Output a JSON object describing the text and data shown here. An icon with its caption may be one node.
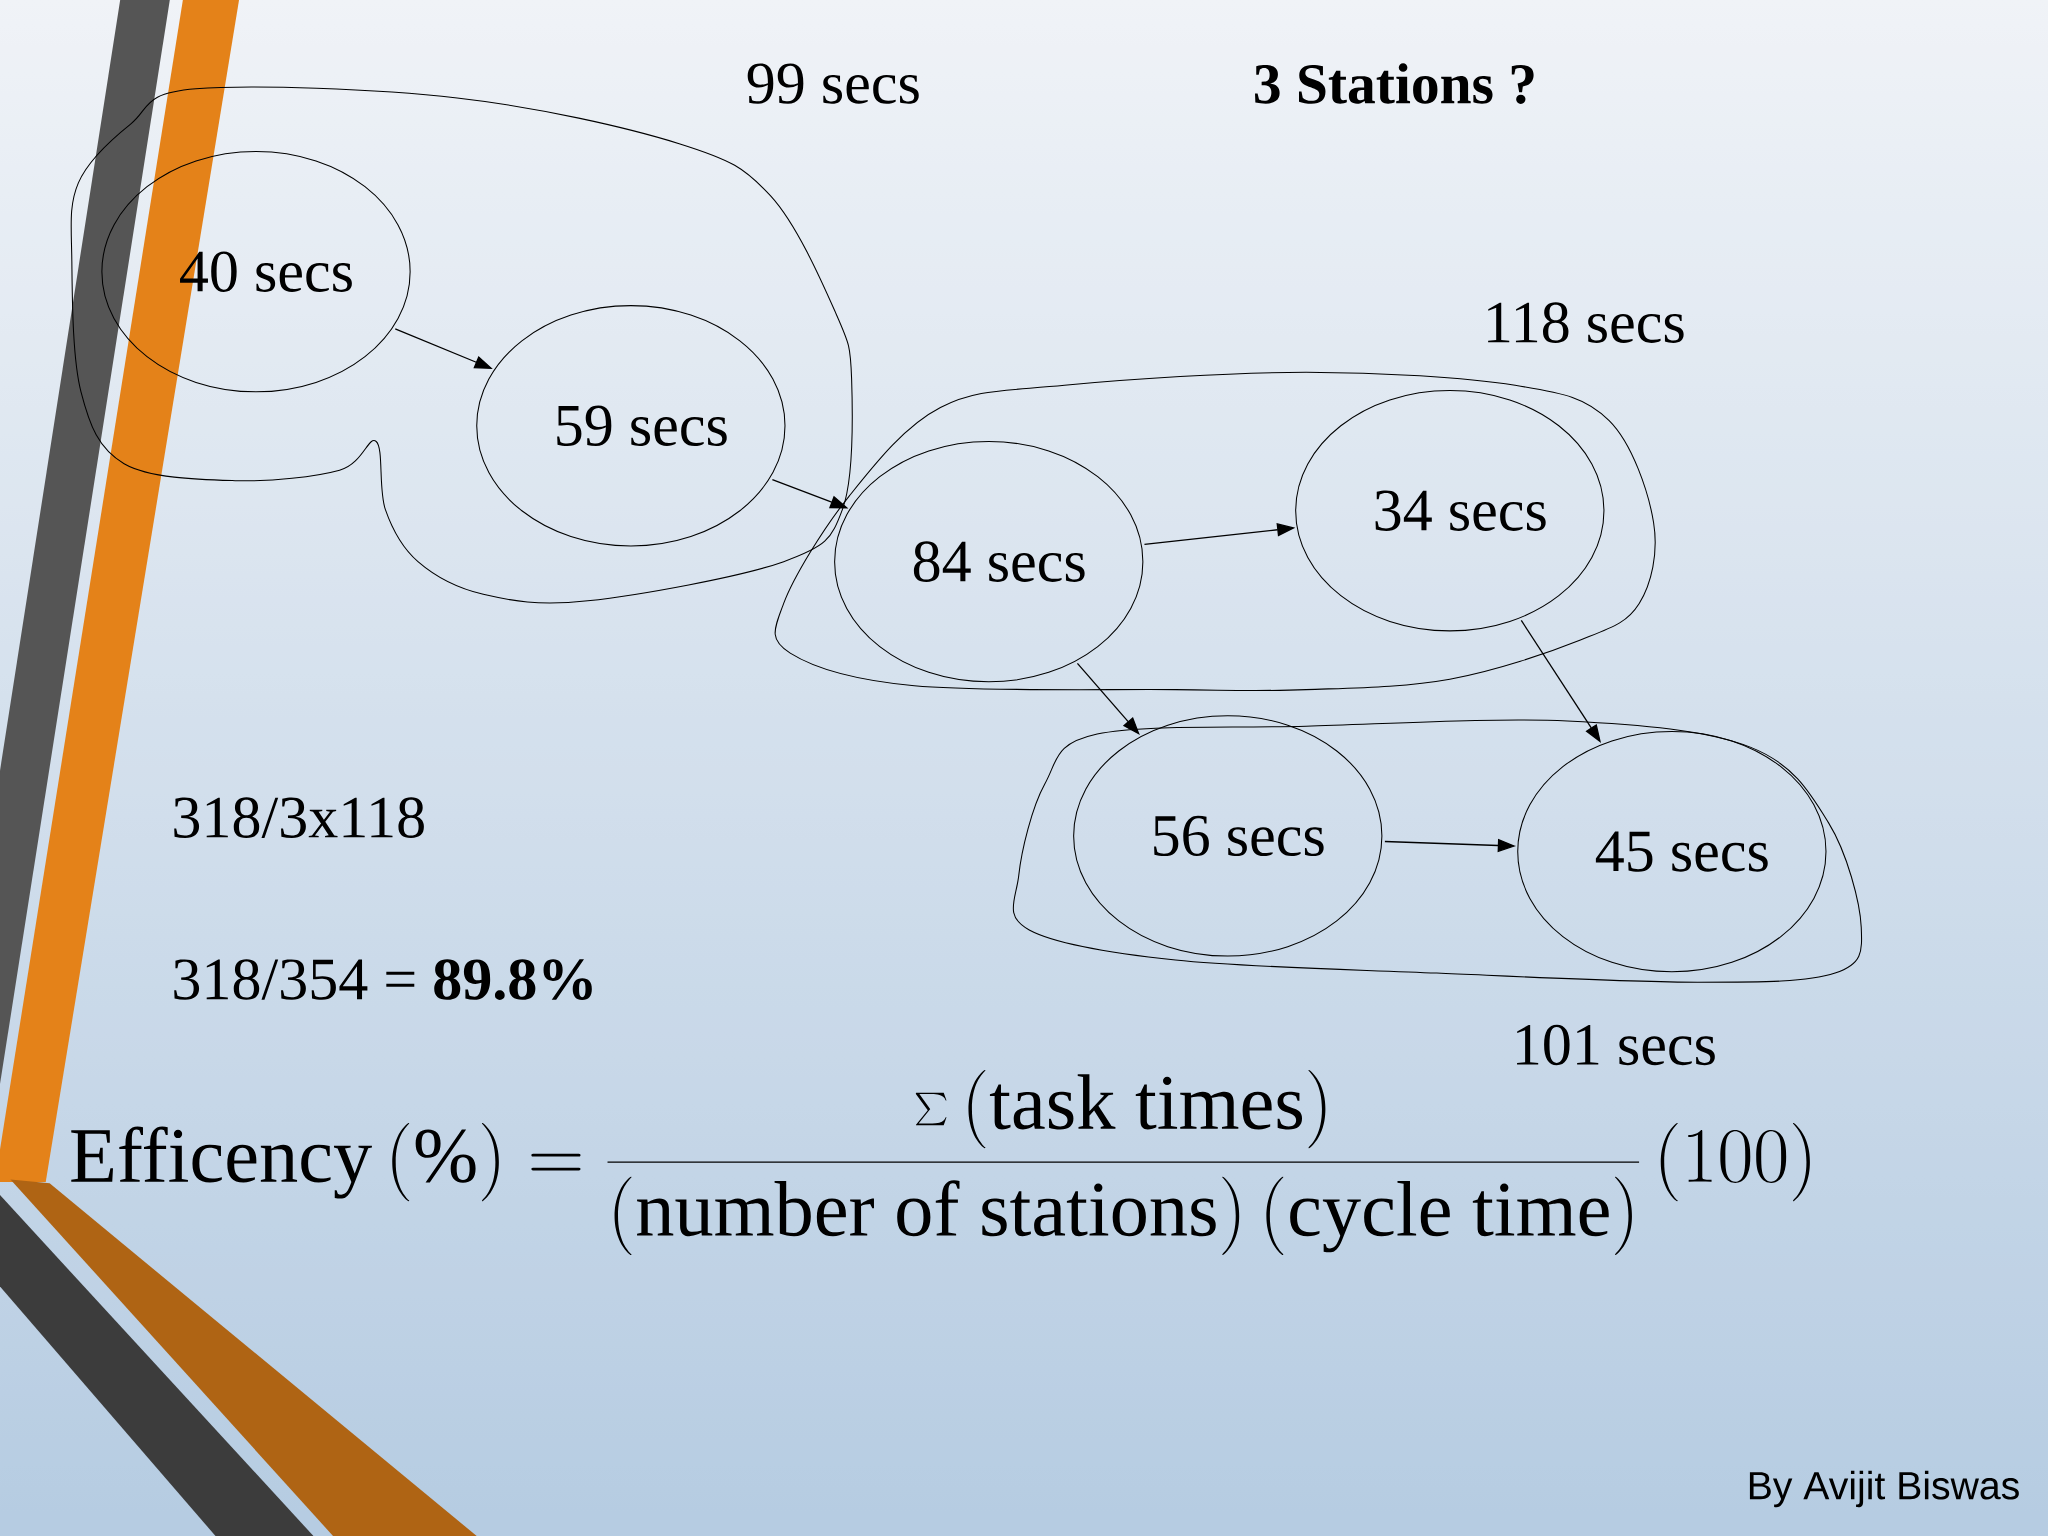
{
  "diagram": {
    "title": "3 Stations ?",
    "nodes": [
      {
        "text": [
          "99 secs"
        ]
      },
      {
        "text": [
          "40 secs"
        ],
        "in": 0
      },
      {
        "text": [
          "59 secs"
        ],
        "in": 0
      },
      {
        "text": [
          "118 secs"
        ]
      },
      {
        "text": [
          "84 secs"
        ],
        "in": 3
      },
      {
        "text": [
          "34 secs"
        ],
        "in": 3
      },
      {
        "text": [
          "101 secs"
        ]
      },
      {
        "text": [
          "56 secs"
        ],
        "in": 6
      },
      {
        "text": [
          "45 secs"
        ],
        "in": 6
      }
    ],
    "edges": [
      {
        "from": 1,
        "to": 2,
        "arrow": "to"
      },
      {
        "from": 2,
        "to": 4,
        "arrow": "to"
      },
      {
        "from": 4,
        "to": 5,
        "arrow": "to"
      },
      {
        "from": 4,
        "to": 7,
        "arrow": "to"
      },
      {
        "from": 5,
        "to": 8,
        "arrow": "to"
      },
      {
        "from": 7,
        "to": 8,
        "arrow": "to"
      }
    ],
    "labels": [
      "318/3x118",
      "318/354 = **89.8%**",
      "\\text{Efficency}\\left(\\%\\right)=\\frac{\\sum\\left(\\text{task times}\\right)}{\\left(\\text{number of stations}\\right)\\left(\\text{cycle time}\\right)}\\left(100\\right)",
      "By Avijit Biswas"
    ]
  }
}
